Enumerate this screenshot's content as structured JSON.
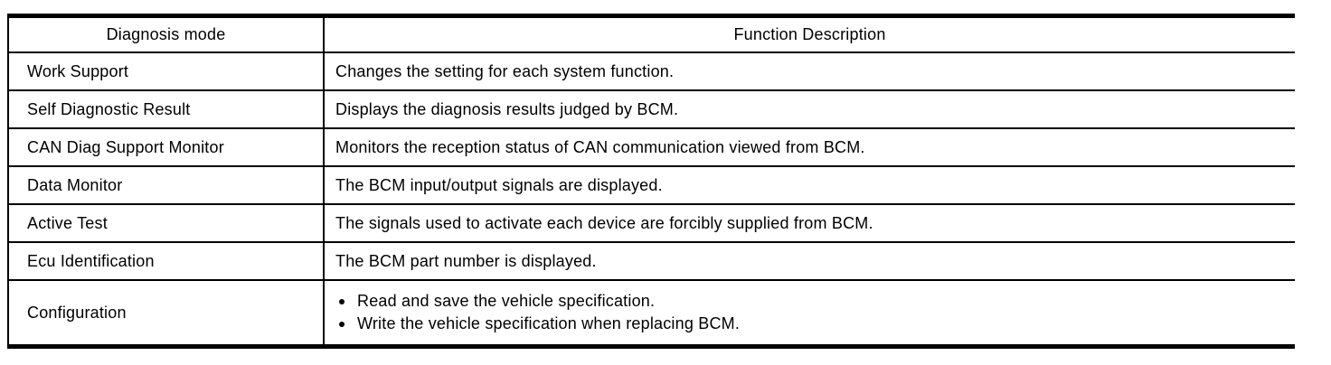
{
  "colors": {
    "border": "#000000",
    "background": "#ffffff",
    "text": "#000000"
  },
  "table": {
    "headers": [
      "Diagnosis mode",
      "Function Description"
    ],
    "rows": [
      {
        "mode": "Work Support",
        "description": "Changes the setting for each system function."
      },
      {
        "mode": "Self Diagnostic Result",
        "description": "Displays the diagnosis results judged by BCM."
      },
      {
        "mode": "CAN Diag Support Monitor",
        "description": "Monitors the reception status of CAN communication viewed from BCM."
      },
      {
        "mode": "Data Monitor",
        "description": "The BCM input/output signals are displayed."
      },
      {
        "mode": "Active Test",
        "description": "The signals used to activate each device are forcibly supplied from BCM."
      },
      {
        "mode": "Ecu Identification",
        "description": "The BCM part number is displayed."
      },
      {
        "mode": "Configuration",
        "bullets": [
          "Read and save the vehicle specification.",
          "Write the vehicle specification when replacing BCM."
        ]
      }
    ]
  }
}
